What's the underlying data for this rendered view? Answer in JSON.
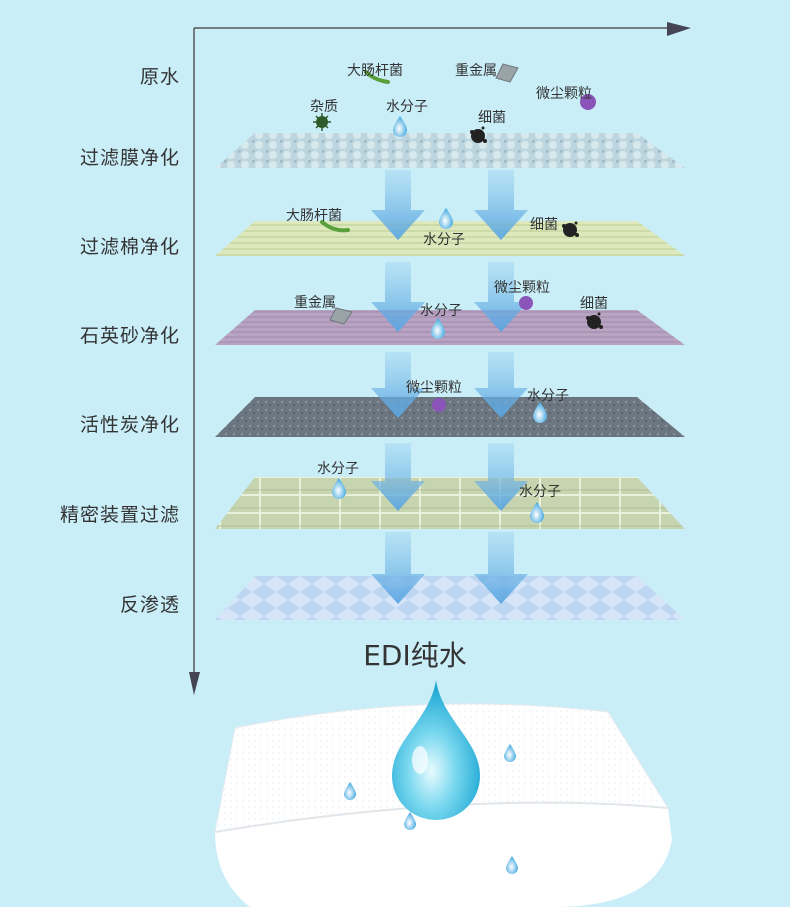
{
  "steps": [
    {
      "label": "原水"
    },
    {
      "label": "过滤膜净化"
    },
    {
      "label": "过滤棉净化"
    },
    {
      "label": "石英砂净化"
    },
    {
      "label": "活性炭净化"
    },
    {
      "label": "精密装置过滤"
    },
    {
      "label": "反渗透"
    }
  ],
  "tags": {
    "raw": {
      "ecoli": "大肠杆菌",
      "metal": "重金属",
      "dust": "微尘颗粒",
      "impurity": "杂质",
      "water": "水分子",
      "bacteria": "细菌"
    },
    "cotton": {
      "ecoli": "大肠杆菌",
      "water": "水分子",
      "bacteria": "细菌"
    },
    "quartz": {
      "metal": "重金属",
      "water": "水分子",
      "dust": "微尘颗粒",
      "bacteria": "细菌"
    },
    "carbon": {
      "dust": "微尘颗粒",
      "water": "水分子"
    },
    "precision": {
      "water1": "水分子",
      "water2": "水分子"
    }
  },
  "result": {
    "title": "EDI纯水"
  },
  "colors": {
    "background": "#c9eef8",
    "arrow": "#7fbfe9",
    "membrane": "#b9d3dc",
    "cotton": "#d7e6b6",
    "quartz": "#b5a0c0",
    "carbon": "#6e7882",
    "precision": "#c4d2ae",
    "ro": "#bcd4f2",
    "drop": "#4dc7e6",
    "ecoli": "#5aa03a",
    "dust": "#8a54b8"
  }
}
